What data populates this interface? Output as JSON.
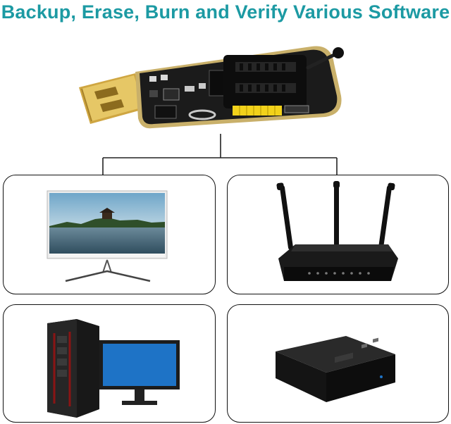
{
  "headline": "Backup, Erase, Burn and Verify Various Software",
  "colors": {
    "headline": "#1c9aa3",
    "pcb": "#1a1a1a",
    "usb_plug": "#d8b650",
    "zif_socket": "#0d0d0d",
    "pin_header": "#f2d21b",
    "box_border": "#111111"
  },
  "targets": [
    {
      "id": "monitor",
      "icon": "monitor-icon"
    },
    {
      "id": "router",
      "icon": "router-icon"
    },
    {
      "id": "desktop-pc",
      "icon": "desktop-pc-icon"
    },
    {
      "id": "tv-box",
      "icon": "tv-box-icon"
    }
  ]
}
